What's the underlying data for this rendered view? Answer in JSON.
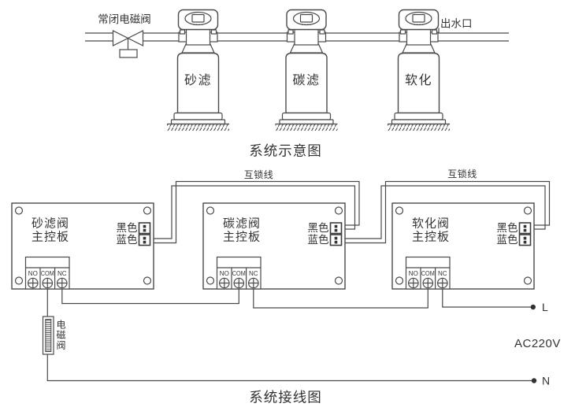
{
  "colors": {
    "line": "#4a4a4a",
    "text": "#333333",
    "background": "#ffffff"
  },
  "schematic": {
    "caption": "系统示意图",
    "inlet_valve_label": "常闭电磁阀",
    "outlet_label": "出水口",
    "tanks": [
      "砂滤",
      "碳滤",
      "软化"
    ]
  },
  "wiring": {
    "caption": "系统接线图",
    "interlock_labels": [
      "互锁线",
      "互锁线"
    ],
    "boards": [
      {
        "title_line1": "砂滤阀",
        "title_line2": "主控板",
        "black_label": "黑色",
        "blue_label": "蓝色",
        "terminals": [
          "NO",
          "COM",
          "NC"
        ]
      },
      {
        "title_line1": "碳滤阀",
        "title_line2": "主控板",
        "black_label": "黑色",
        "blue_label": "蓝色",
        "terminals": [
          "NO",
          "COM",
          "NC"
        ]
      },
      {
        "title_line1": "软化阀",
        "title_line2": "主控板",
        "black_label": "黑色",
        "blue_label": "蓝色",
        "terminals": [
          "NO",
          "COM",
          "NC"
        ]
      }
    ],
    "solenoid_label": "电磁阀",
    "power": {
      "live": "L",
      "neutral": "N",
      "voltage": "AC220V"
    }
  }
}
